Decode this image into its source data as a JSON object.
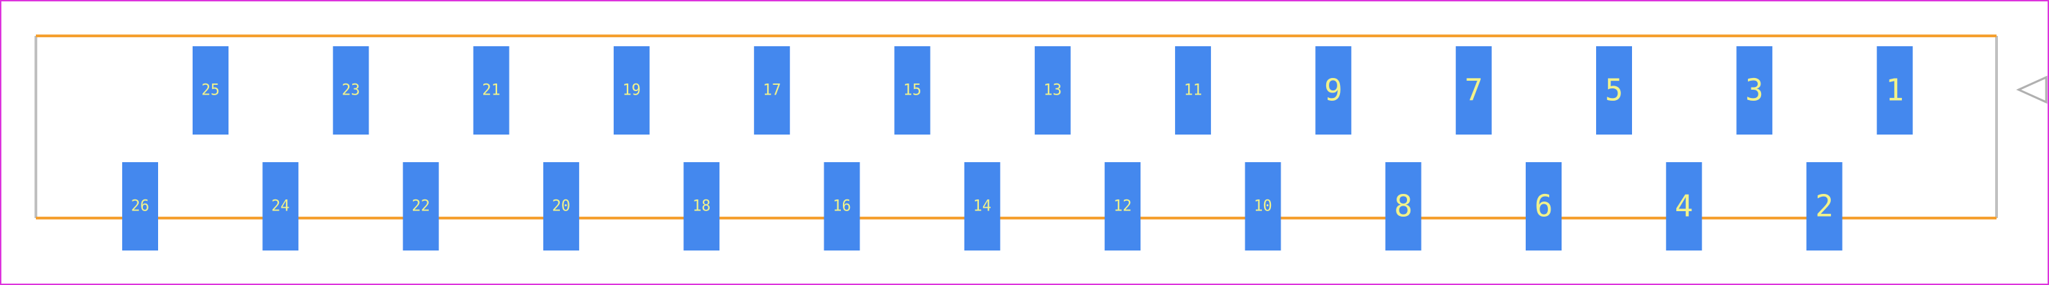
{
  "colors": {
    "background": "#ffffff",
    "border": "#dd33dd",
    "silkscreen": "#f5a030",
    "courtyard": "#c0c0c0",
    "pad": "#4488ee",
    "pad_label": "#f2f28a",
    "pin1_marker": "#b0b0b0"
  },
  "pads": {
    "top_row": [
      "25",
      "23",
      "21",
      "19",
      "17",
      "15",
      "13",
      "11",
      "9",
      "7",
      "5",
      "3",
      "1"
    ],
    "bottom_row": [
      "26",
      "24",
      "22",
      "20",
      "18",
      "16",
      "14",
      "12",
      "10",
      "8",
      "6",
      "4",
      "2"
    ]
  },
  "pin1_marker": "triangle-outline"
}
